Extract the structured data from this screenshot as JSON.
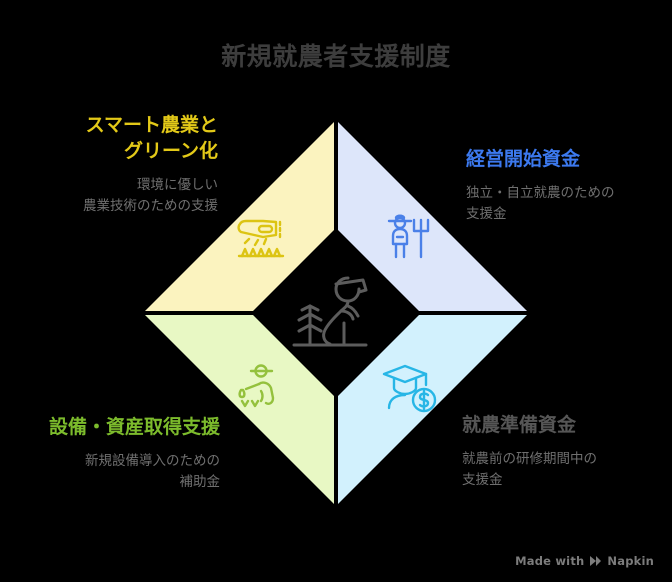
{
  "page": {
    "title": "新規就農者支援制度",
    "background_color": "#000000",
    "title_color": "#3d3d3d"
  },
  "center": {
    "icon": "farmer-planting-icon",
    "icon_color": "#5c5c5c",
    "fill_color": "#000000"
  },
  "quadrants": [
    {
      "id": "smart-agri",
      "position": "top-left",
      "title": "スマート農業と\nグリーン化",
      "description": "環境に優しい\n農業技術のための支援",
      "title_color": "#e3c918",
      "fill_color": "#FBF3BF",
      "icon": "crop-duster-spray-icon",
      "icon_color": "#dcc412"
    },
    {
      "id": "start-fund",
      "position": "top-right",
      "title": "経営開始資金",
      "description": "独立・自立就農のための\n支援金",
      "title_color": "#3c79ee",
      "fill_color": "#DDE6FA",
      "icon": "farmer-pitchfork-icon",
      "icon_color": "#4a80e8"
    },
    {
      "id": "equipment",
      "position": "bottom-left",
      "title": "設備・資産取得支援",
      "description": "新規設備導入のための\n補助金",
      "title_color": "#7cbb2c",
      "fill_color": "#E8F8C4",
      "icon": "person-sowing-icon",
      "icon_color": "#94c13d"
    },
    {
      "id": "prep-fund",
      "position": "bottom-right",
      "title": "就農準備資金",
      "description": "就農前の研修期間中の\n支援金",
      "title_color": "#565656",
      "fill_color": "#D2F1FD",
      "icon": "graduate-with-coin-icon",
      "icon_color": "#27b6e6"
    }
  ],
  "footer": {
    "made_with_label": "Made with",
    "brand_label": "Napkin",
    "logo_icon": "napkin-logo-icon",
    "color": "#7c7c7c"
  }
}
